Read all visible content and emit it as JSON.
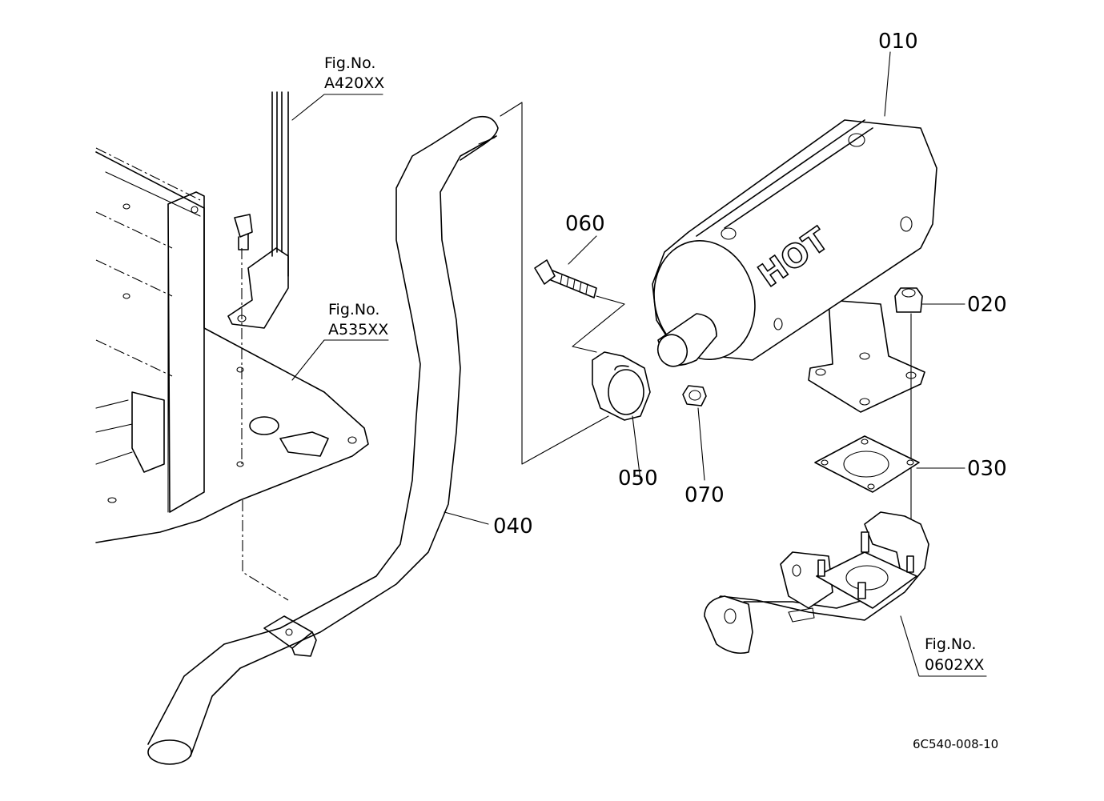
{
  "parts": [
    {
      "id": "p010",
      "label": "010"
    },
    {
      "id": "p020",
      "label": "020"
    },
    {
      "id": "p030",
      "label": "030"
    },
    {
      "id": "p040",
      "label": "040"
    },
    {
      "id": "p050",
      "label": "050"
    },
    {
      "id": "p060",
      "label": "060"
    },
    {
      "id": "p070",
      "label": "070"
    }
  ],
  "figure_refs": [
    {
      "line1": "Fig.No.",
      "line2": "A420XX"
    },
    {
      "line1": "Fig.No.",
      "line2": "A535XX"
    },
    {
      "line1": "Fig.No.",
      "line2": "0602XX"
    }
  ],
  "muffler_marking": "HOT",
  "drawing_code": "6C540-008-10"
}
